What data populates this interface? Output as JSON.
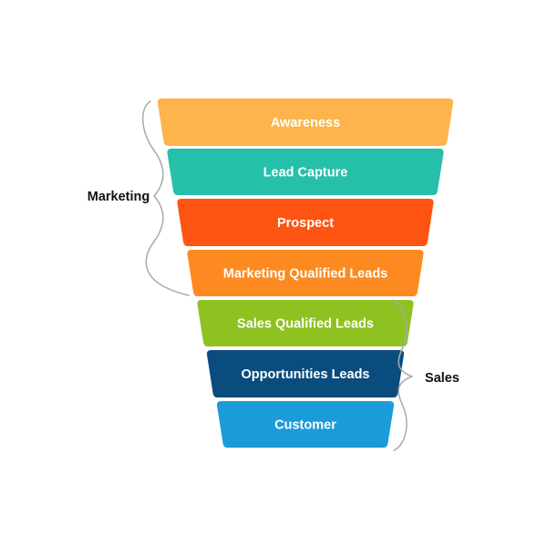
{
  "stages": [
    {
      "label": "Awareness",
      "color": "#FDB44B"
    },
    {
      "label": "Lead Capture",
      "color": "#26BFAA"
    },
    {
      "label": "Prospect",
      "color": "#FD5511"
    },
    {
      "label": "Marketing Qualified Leads",
      "color": "#FC8A21"
    },
    {
      "label": "Sales Qualified Leads",
      "color": "#8DC220"
    },
    {
      "label": "Opportunities Leads",
      "color": "#0B4C7F"
    },
    {
      "label": "Customer",
      "color": "#1C9BD9"
    }
  ],
  "groups": {
    "marketing": {
      "label": "Marketing"
    },
    "sales": {
      "label": "Sales"
    }
  }
}
